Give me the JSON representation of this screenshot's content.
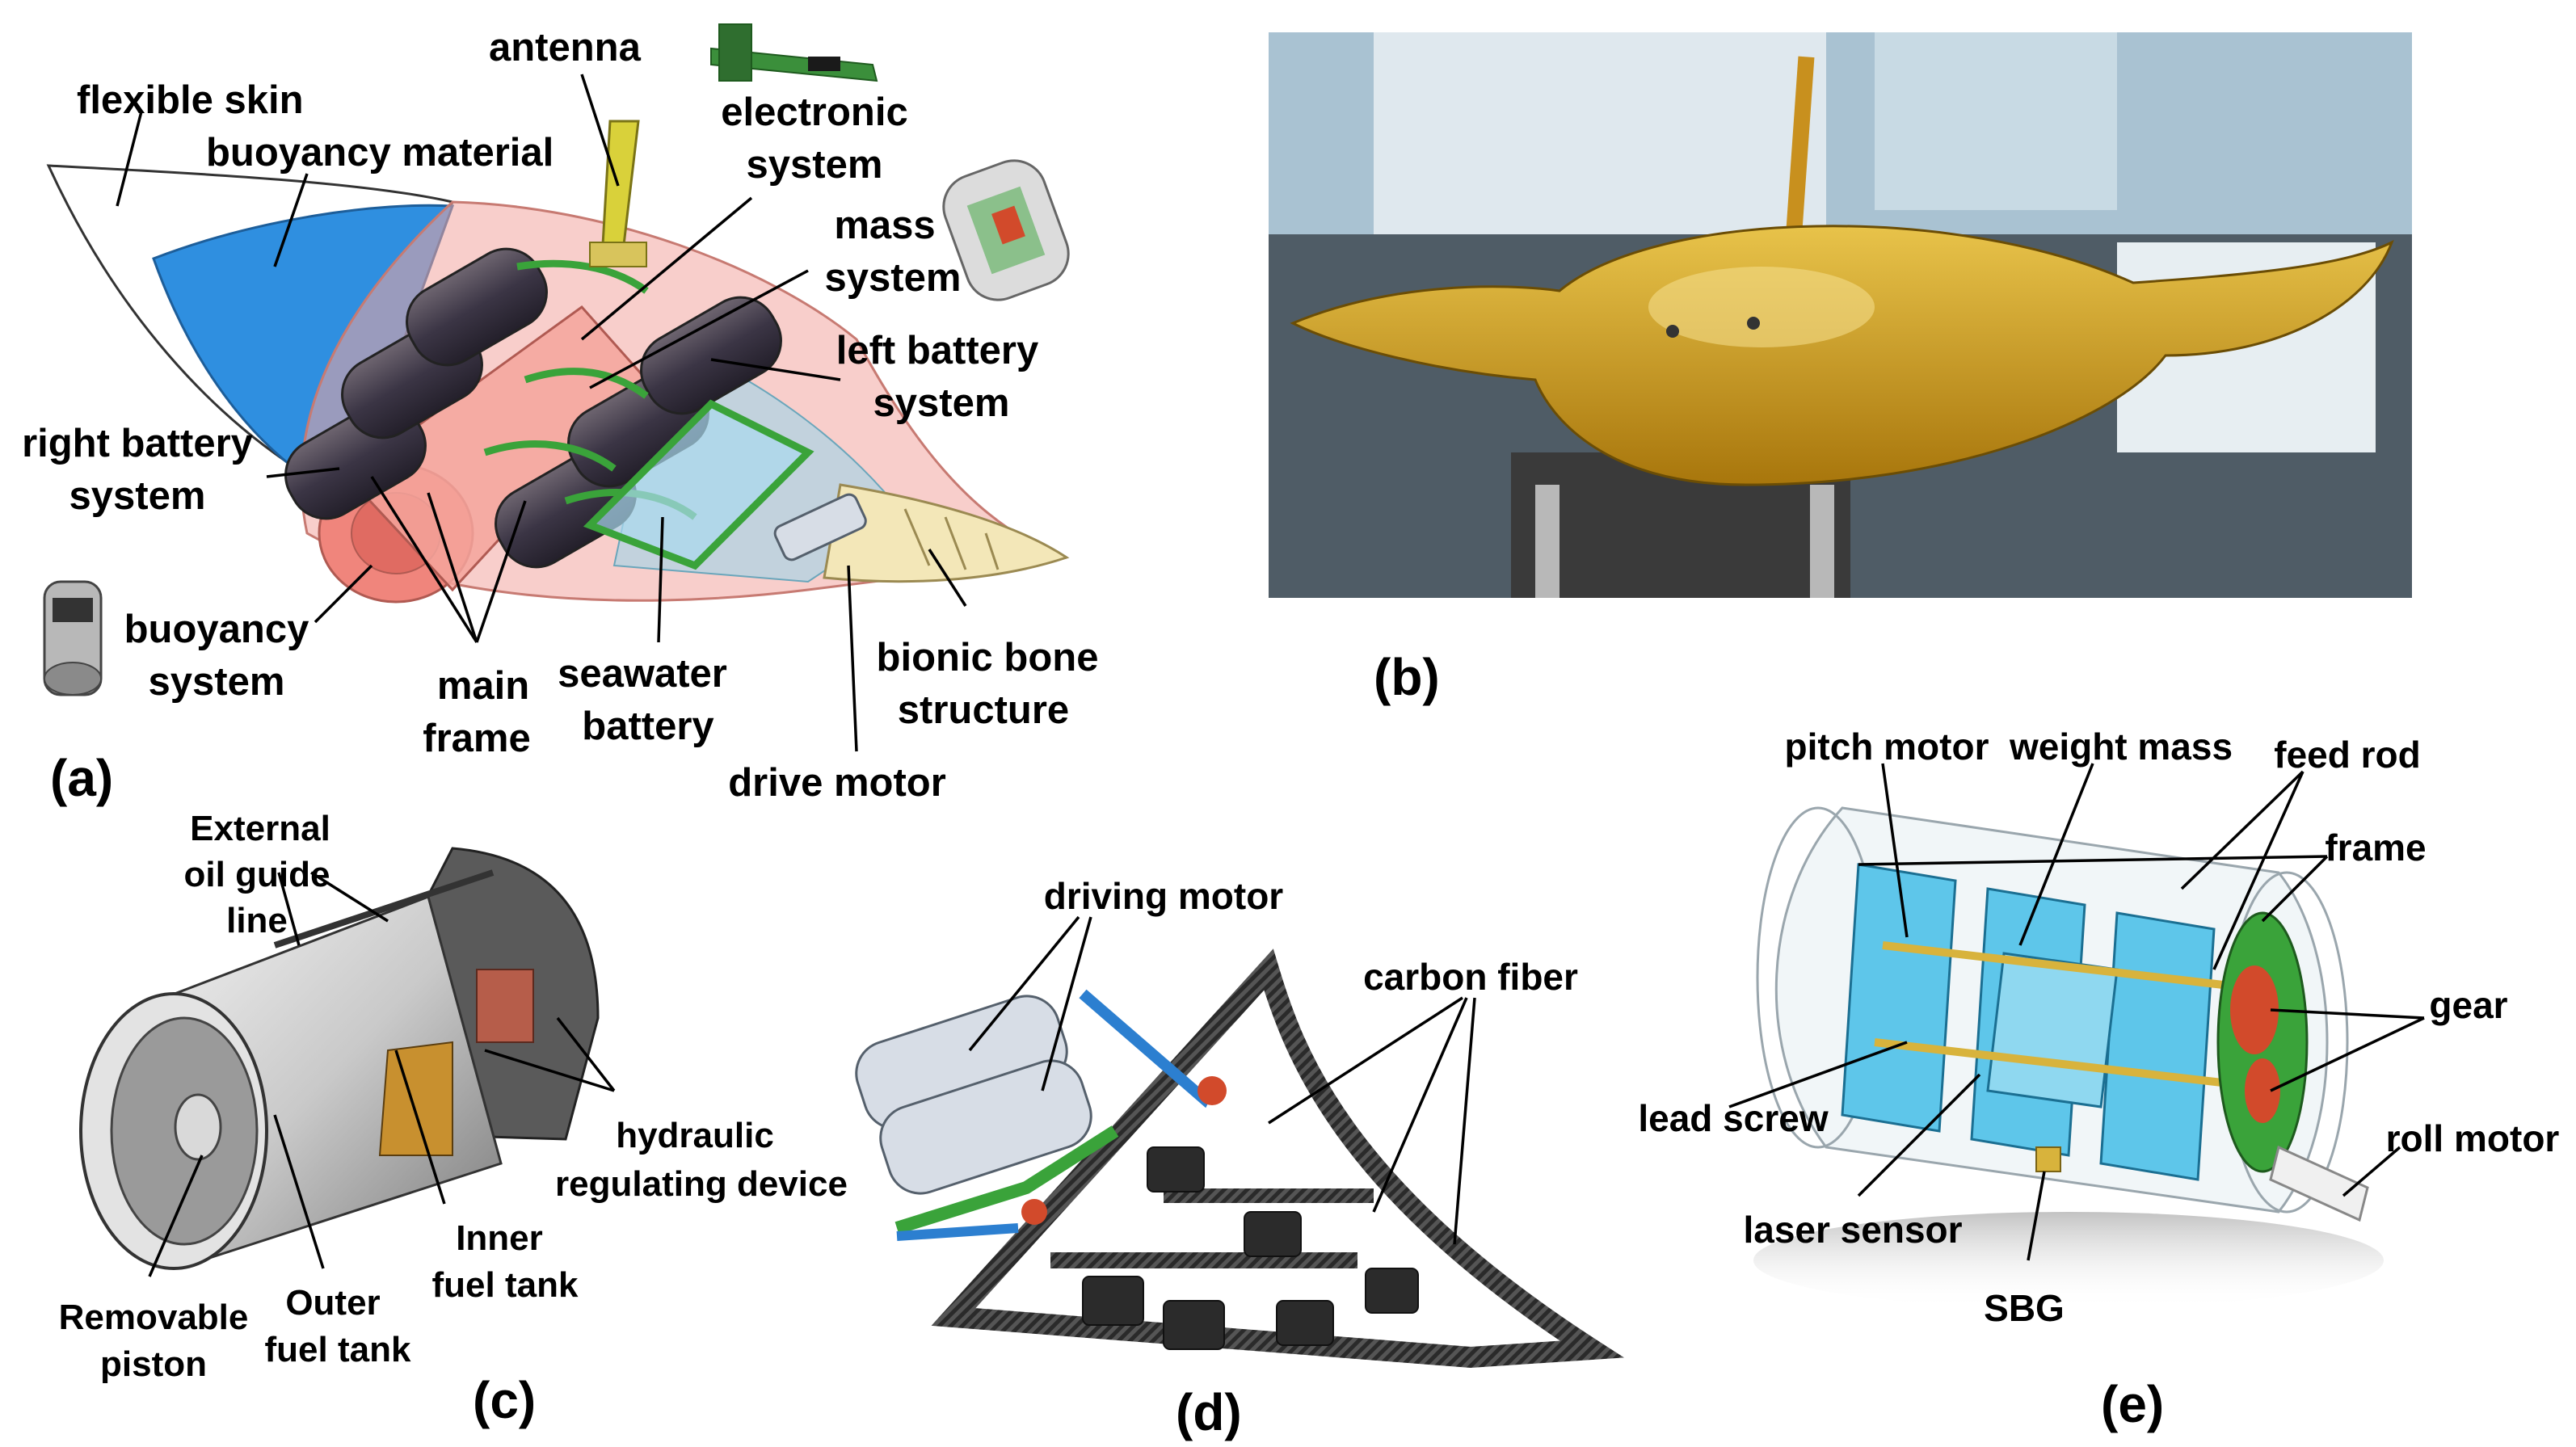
{
  "panels": {
    "a": {
      "tag": "(a)",
      "labels": {
        "flexible_skin": "flexible skin",
        "buoyancy_material": "buoyancy material",
        "antenna": "antenna",
        "electronic_system": [
          "electronic",
          "system"
        ],
        "mass_system": [
          "mass",
          "system"
        ],
        "left_battery_system": [
          "left battery",
          "system"
        ],
        "right_battery_system": [
          "right battery",
          "system"
        ],
        "buoyancy_system": [
          "buoyancy",
          "system"
        ],
        "main_frame": [
          "main",
          "frame"
        ],
        "seawater_battery": [
          "seawater",
          "battery"
        ],
        "bionic_bone_structure": [
          "bionic bone",
          "structure"
        ],
        "drive_motor": "drive motor"
      }
    },
    "b": {
      "tag": "(b)"
    },
    "c": {
      "tag": "(c)",
      "labels": {
        "external_oil_guide_line": [
          "External",
          "oil guide",
          "line"
        ],
        "hydraulic_regulating_device": [
          "hydraulic",
          "regulating device"
        ],
        "inner_fuel_tank": [
          "Inner",
          "fuel tank"
        ],
        "outer_fuel_tank": [
          "Outer",
          "fuel tank"
        ],
        "removable_piston": [
          "Removable",
          "piston"
        ]
      }
    },
    "d": {
      "tag": "(d)",
      "labels": {
        "driving_motor": "driving motor",
        "carbon_fiber": "carbon fiber"
      }
    },
    "e": {
      "tag": "(e)",
      "labels": {
        "pitch_motor": "pitch motor",
        "weight_mass": "weight mass",
        "feed_rod": "feed rod",
        "frame": "frame",
        "gear": "gear",
        "roll_motor": "roll motor",
        "lead_screw": "lead screw",
        "laser_sensor": "laser sensor",
        "sbg": "SBG"
      }
    }
  },
  "colors": {
    "skin_blue": "#2f8fe0",
    "frame_pink": "#f3a6a0",
    "battery_gray": "#4a4458",
    "frame_green": "#3aa33a",
    "bone_cream": "#f3e7b8",
    "glider_yellow": "#d7a31a",
    "mass_cyan": "#5ec6ea",
    "gear_red": "#d24a2b",
    "carbon_dark": "#3a3a3a"
  }
}
